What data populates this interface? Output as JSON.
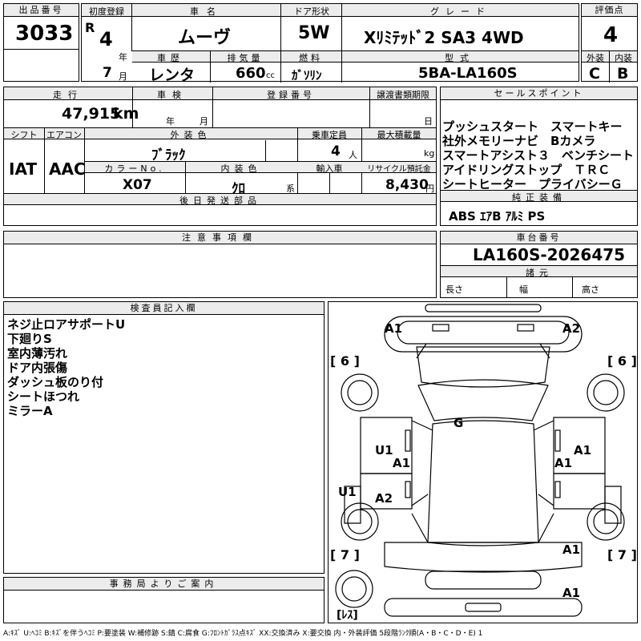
{
  "header": {
    "lot_label": "出品番号",
    "lot_no": "3033",
    "first_reg_label": "初度登録",
    "era": "R",
    "year": "4",
    "year_unit": "年",
    "month": "7",
    "month_unit": "月",
    "car_name_label": "車名",
    "car_name": "ムーヴ",
    "door_label": "ドア形状",
    "door": "5W",
    "grade_label": "グレード",
    "grade": "Xﾘﾐﾃｯﾄﾞ2 SA3 4WD",
    "score_label": "評価点",
    "score": "4",
    "history_label": "車歴",
    "history": "レンタ",
    "disp_label": "排気量",
    "disp": "660",
    "disp_unit": "cc",
    "fuel_label": "燃料",
    "fuel": "ｶﾞｿﾘﾝ",
    "model_label": "型式",
    "model": "5BA-LA160S",
    "ext_label": "外装",
    "ext_grade": "C",
    "int_label": "内装",
    "int_grade": "B"
  },
  "row2": {
    "mileage_label": "走行",
    "mileage": "47,915",
    "mileage_unit": "km",
    "inspection_label": "車検",
    "insp_year": "年",
    "insp_month": "月",
    "reg_label": "登録番号",
    "transfer_label": "譲渡書類期限",
    "transfer_day": "日",
    "shift_label": "シフト",
    "shift": "IAT",
    "ac_label": "エアコン",
    "ac": "AAC",
    "color_label": "外装色",
    "color": "ﾌﾞﾗｯｸ",
    "capacity_label": "乗車定員",
    "capacity": "4",
    "capacity_unit": "人",
    "load_label": "最大積載量",
    "load_unit": "kg",
    "colorno_label": "カラーNo.",
    "color_no": "X07",
    "interior_label": "内装色",
    "interior": "ｸﾛ",
    "interior_unit": "系",
    "import_label": "輸入車",
    "recycle_label": "リサイクル預託金",
    "recycle": "8,430",
    "recycle_unit": "円",
    "later_label": "後日発送部品"
  },
  "sales": {
    "label": "セールスポイント",
    "lines": [
      "プッシュスタート　スマートキー",
      "社外メモリーナビ　Bカメラ",
      "スマートアシスト３　ベンチシート",
      "アイドリングストップ　ＴＲＣ",
      "シートヒーター　プライバシーＧ"
    ]
  },
  "equip": {
    "label": "純正装備",
    "value": "ABS ｴｱB ｱﾙﾐ PS"
  },
  "notes": {
    "label": "注意事項欄"
  },
  "chassis": {
    "label": "車台番号",
    "value": "LA160S-2026475"
  },
  "dims": {
    "label": "諸元",
    "length": "長さ",
    "width": "幅",
    "height": "高さ"
  },
  "inspector": {
    "label": "検査員記入欄",
    "lines": [
      "ネジ止ロアサポートU",
      "下廻りS",
      "室内薄汚れ",
      "ドア内張傷",
      "ダッシュ板のり付",
      "シートほつれ",
      "ミラーA"
    ]
  },
  "diagram": {
    "tire_fl": "[ 6 ]",
    "tire_fr": "[ 6 ]",
    "tire_rl": "[ 7 ]",
    "tire_rr": "[ 7 ]",
    "spare": "[ﾚｽ]",
    "marks": {
      "a1_front_left": "A1",
      "a2_front_right": "A2",
      "g_windshield": "G",
      "u1_left_door": "U1",
      "a1_left_door": "A1",
      "a1_right_door_top": "A1",
      "a1_right_door": "A1",
      "u1_left_sill": "U1",
      "a2_left_rear": "A2",
      "a1_right_rear": "A1",
      "a1_rear": "A1"
    }
  },
  "office": {
    "label": "事務局よりご案内"
  },
  "legend": "A:ｷｽﾞ U:ﾍｺﾐ B:ｷｽﾞを伴うﾍｺﾐ P:要塗装 W:補修跡 S:錆 C:腐食 G:ﾌﾛﾝﾄｶﾞﾗｽ点ｷｽﾞ XX:交換済み X:要交換 内・外装評価 5段階ﾗﾝｸ順(A・B・C・D・E) 1"
}
